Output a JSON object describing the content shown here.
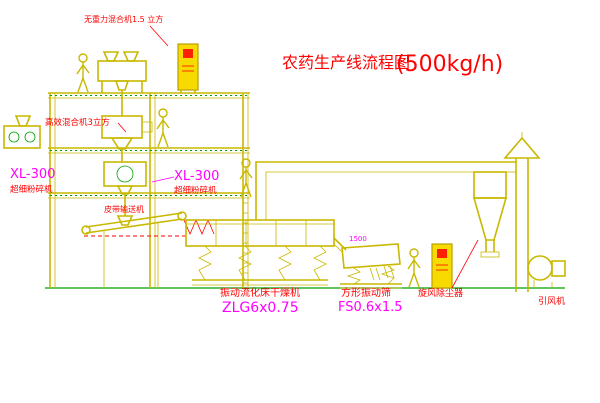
{
  "title": {
    "name": "农药生产线流程图",
    "capacity": "(500kg/h)"
  },
  "equipment_labels": {
    "top_mixer": "无重力混合机1.5 立方",
    "mid_mixer": "高效混合机3立方",
    "left_mill_model": "XL-300",
    "left_mill_name": "超细粉碎机",
    "mid_mill_model": "XL-300",
    "mid_mill_name": "超细粉碎机",
    "belt_conveyor": "皮带输送机",
    "dryer_name": "振动流化床干燥机",
    "dryer_model": "ZLG6x0.75",
    "screen_name": "方形振动筛",
    "screen_model": "FS0.6x1.5",
    "screen_dim": "1500",
    "cyclone": "旋风除尘器",
    "fan": "引风机"
  },
  "colors": {
    "line_yellow": "#c9b800",
    "line_green": "#00a000",
    "label_red": "#ff0000",
    "label_magenta": "#ff00ff",
    "cabinet_fill": "#f7da00",
    "background": "#ffffff"
  }
}
